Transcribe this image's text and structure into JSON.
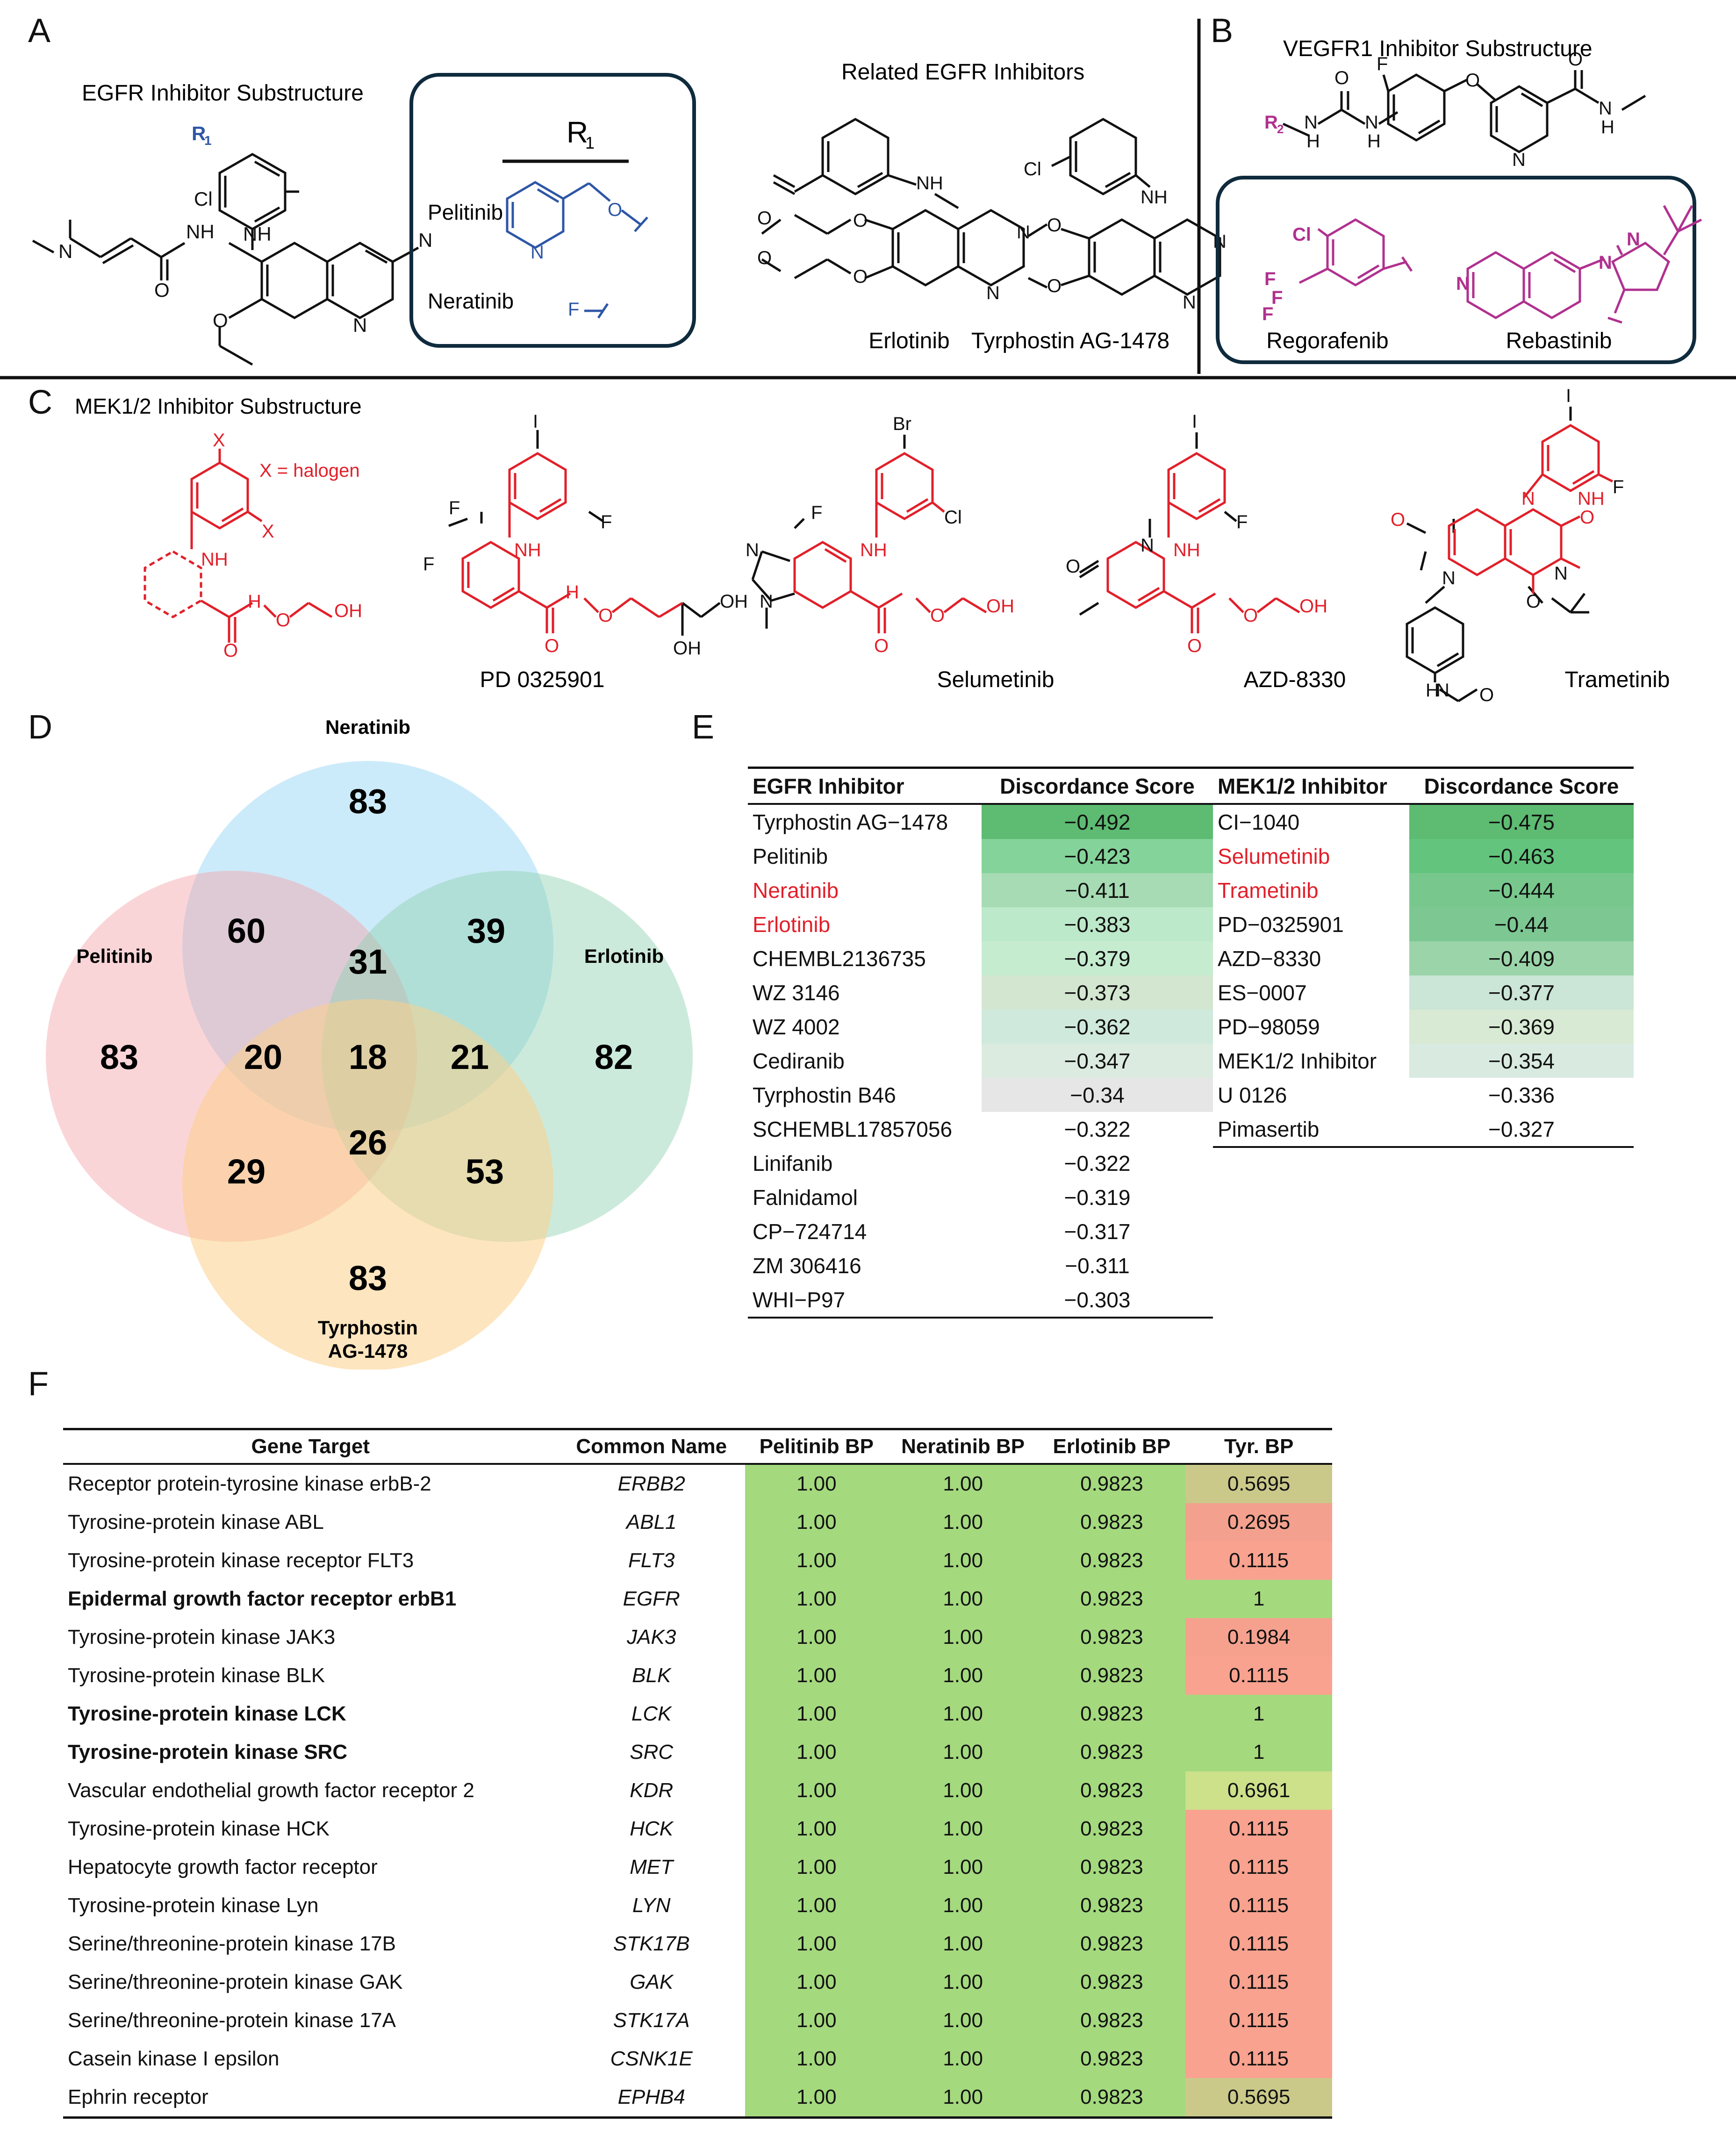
{
  "panels": {
    "a": "A",
    "b": "B",
    "c": "C",
    "d": "D",
    "e": "E",
    "f": "F"
  },
  "panel_a": {
    "substructure_title": "EGFR Inhibitor Substructure",
    "r1_header": "R",
    "r1_sub": "1",
    "r1_rows": [
      "Pelitinib",
      "Neratinib"
    ],
    "related_title": "Related EGFR Inhibitors",
    "compounds": [
      "Erlotinib",
      "Tyrphostin AG-1478"
    ],
    "atoms": {
      "cl": "Cl",
      "nh": "NH",
      "n": "N",
      "cn": "N",
      "o": "O",
      "r1": "R",
      "f": "F"
    }
  },
  "panel_b": {
    "title": "VEGFR1 Inhibitor Substructure",
    "compounds": [
      "Regorafenib",
      "Rebastinib"
    ],
    "atoms": {
      "r2": "R",
      "f": "F",
      "o": "O",
      "h": "H",
      "n": "N",
      "cl": "Cl"
    }
  },
  "panel_c": {
    "title": "MEK1/2 Inhibitor Substructure",
    "halogen_note": "X = halogen",
    "compounds": [
      "PD 0325901",
      "Selumetinib",
      "AZD-8330",
      "Trametinib"
    ],
    "atoms": {
      "x": "X",
      "i": "I",
      "br": "Br",
      "f": "F",
      "cl": "Cl",
      "nh": "NH",
      "oh": "OH",
      "o": "O",
      "n": "N",
      "h": "H"
    }
  },
  "venn": {
    "sets": [
      "Neratinib",
      "Pelitinib",
      "Erlotinib",
      "Tyrphostin",
      "AG-1478"
    ],
    "counts": {
      "neratinib_only": "83",
      "pelitinib_only": "83",
      "erlotinib_only": "82",
      "tyrphostin_only": "83",
      "ner_pel": "60",
      "ner_erl": "39",
      "pel_tyr": "29",
      "erl_tyr": "53",
      "ner_pel_erl": "31",
      "pel_ner_tyr": "20",
      "ner_erl_tyr": "21",
      "pel_erl_tyr": "26",
      "all": "18"
    },
    "colors": {
      "neratinib": "#8fd3f4",
      "pelitinib": "#f4a1a8",
      "erlotinib": "#8ed1b0",
      "tyrphostin": "#fbd08a"
    }
  },
  "table_e": {
    "headers": [
      "EGFR Inhibitor",
      "Discordance Score",
      "MEK1/2 Inhibitor",
      "Discordance Score"
    ],
    "egfr": [
      {
        "name": "Tyrphostin AG−1478",
        "score": "−0.492",
        "red": false
      },
      {
        "name": "Pelitinib",
        "score": "−0.423",
        "red": false
      },
      {
        "name": "Neratinib",
        "score": "−0.411",
        "red": true
      },
      {
        "name": "Erlotinib",
        "score": "−0.383",
        "red": true
      },
      {
        "name": "CHEMBL2136735",
        "score": "−0.379",
        "red": false
      },
      {
        "name": "WZ 3146",
        "score": "−0.373",
        "red": false
      },
      {
        "name": "WZ 4002",
        "score": "−0.362",
        "red": false
      },
      {
        "name": "Cediranib",
        "score": "−0.347",
        "red": false
      },
      {
        "name": "Tyrphostin B46",
        "score": "−0.34",
        "red": false
      },
      {
        "name": "SCHEMBL17857056",
        "score": "−0.322",
        "red": false
      },
      {
        "name": "Linifanib",
        "score": "−0.322",
        "red": false
      },
      {
        "name": "Falnidamol",
        "score": "−0.319",
        "red": false
      },
      {
        "name": "CP−724714",
        "score": "−0.317",
        "red": false
      },
      {
        "name": "ZM 306416",
        "score": "−0.311",
        "red": false
      },
      {
        "name": "WHI−P97",
        "score": "−0.303",
        "red": false
      }
    ],
    "mek": [
      {
        "name": "CI−1040",
        "score": "−0.475",
        "red": false
      },
      {
        "name": "Selumetinib",
        "score": "−0.463",
        "red": true
      },
      {
        "name": "Trametinib",
        "score": "−0.444",
        "red": true
      },
      {
        "name": "PD−0325901",
        "score": "−0.44",
        "red": false
      },
      {
        "name": "AZD−8330",
        "score": "−0.409",
        "red": false
      },
      {
        "name": "ES−0007",
        "score": "−0.377",
        "red": false
      },
      {
        "name": "PD−98059",
        "score": "−0.369",
        "red": false
      },
      {
        "name": "MEK1/2 Inhibitor",
        "score": "−0.354",
        "red": false
      },
      {
        "name": "U 0126",
        "score": "−0.336",
        "red": false
      },
      {
        "name": "Pimasertib",
        "score": "−0.327",
        "red": false
      }
    ],
    "egfr_colors": [
      "#5dbb72",
      "#84d39a",
      "#a6dbb3",
      "#bce9c9",
      "#c6ecd0",
      "#d3e6d0",
      "#cfe9dc",
      "#dcebe0",
      "#e6e6e6",
      "",
      "",
      "",
      "",
      "",
      ""
    ],
    "mek_colors": [
      "#5dbb72",
      "#63c57d",
      "#78c88e",
      "#7dc793",
      "#9bd4a9",
      "#cbe5d6",
      "#d8ead3",
      "#d9ebe1",
      "",
      ""
    ]
  },
  "table_f": {
    "headers": [
      "Gene Target",
      "Common Name",
      "Pelitinib BP",
      "Neratinib BP",
      "Erlotinib BP",
      "Tyr. BP"
    ],
    "rows": [
      {
        "target": "Receptor protein-tyrosine kinase erbB-2",
        "common": "ERBB2",
        "pel": "1.00",
        "ner": "1.00",
        "erl": "0.9823",
        "tyr": "0.5695",
        "bold": false,
        "tyr_color": "#cbc98a"
      },
      {
        "target": "Tyrosine-protein kinase ABL",
        "common": "ABL1",
        "pel": "1.00",
        "ner": "1.00",
        "erl": "0.9823",
        "tyr": "0.2695",
        "bold": false,
        "tyr_color": "#f3a18e"
      },
      {
        "target": "Tyrosine-protein kinase receptor FLT3",
        "common": "FLT3",
        "pel": "1.00",
        "ner": "1.00",
        "erl": "0.9823",
        "tyr": "0.1115",
        "bold": false,
        "tyr_color": "#f8a28f"
      },
      {
        "target": "Epidermal growth factor receptor erbB1",
        "common": "EGFR",
        "pel": "1.00",
        "ner": "1.00",
        "erl": "0.9823",
        "tyr": "1",
        "bold": true,
        "tyr_color": "#a4d97e"
      },
      {
        "target": "Tyrosine-protein kinase JAK3",
        "common": "JAK3",
        "pel": "1.00",
        "ner": "1.00",
        "erl": "0.9823",
        "tyr": "0.1984",
        "bold": false,
        "tyr_color": "#f6a18e"
      },
      {
        "target": "Tyrosine-protein kinase BLK",
        "common": "BLK",
        "pel": "1.00",
        "ner": "1.00",
        "erl": "0.9823",
        "tyr": "0.1115",
        "bold": false,
        "tyr_color": "#f8a28f"
      },
      {
        "target": "Tyrosine-protein kinase LCK",
        "common": "LCK",
        "pel": "1.00",
        "ner": "1.00",
        "erl": "0.9823",
        "tyr": "1",
        "bold": true,
        "tyr_color": "#a4d97e"
      },
      {
        "target": "Tyrosine-protein kinase SRC",
        "common": "SRC",
        "pel": "1.00",
        "ner": "1.00",
        "erl": "0.9823",
        "tyr": "1",
        "bold": true,
        "tyr_color": "#a4d97e"
      },
      {
        "target": "Vascular endothelial growth factor receptor 2",
        "common": "KDR",
        "pel": "1.00",
        "ner": "1.00",
        "erl": "0.9823",
        "tyr": "0.6961",
        "bold": false,
        "tyr_color": "#cde08a"
      },
      {
        "target": "Tyrosine-protein kinase HCK",
        "common": "HCK",
        "pel": "1.00",
        "ner": "1.00",
        "erl": "0.9823",
        "tyr": "0.1115",
        "bold": false,
        "tyr_color": "#f8a28f"
      },
      {
        "target": "Hepatocyte growth factor receptor",
        "common": "MET",
        "pel": "1.00",
        "ner": "1.00",
        "erl": "0.9823",
        "tyr": "0.1115",
        "bold": false,
        "tyr_color": "#f8a28f"
      },
      {
        "target": "Tyrosine-protein kinase Lyn",
        "common": "LYN",
        "pel": "1.00",
        "ner": "1.00",
        "erl": "0.9823",
        "tyr": "0.1115",
        "bold": false,
        "tyr_color": "#f8a28f"
      },
      {
        "target": "Serine/threonine-protein kinase 17B",
        "common": "STK17B",
        "pel": "1.00",
        "ner": "1.00",
        "erl": "0.9823",
        "tyr": "0.1115",
        "bold": false,
        "tyr_color": "#f8a28f"
      },
      {
        "target": "Serine/threonine-protein kinase GAK",
        "common": "GAK",
        "pel": "1.00",
        "ner": "1.00",
        "erl": "0.9823",
        "tyr": "0.1115",
        "bold": false,
        "tyr_color": "#f8a28f"
      },
      {
        "target": "Serine/threonine-protein kinase 17A",
        "common": "STK17A",
        "pel": "1.00",
        "ner": "1.00",
        "erl": "0.9823",
        "tyr": "0.1115",
        "bold": false,
        "tyr_color": "#f8a28f"
      },
      {
        "target": "Casein kinase I epsilon",
        "common": "CSNK1E",
        "pel": "1.00",
        "ner": "1.00",
        "erl": "0.9823",
        "tyr": "0.1115",
        "bold": false,
        "tyr_color": "#f8a28f"
      },
      {
        "target": "Ephrin receptor",
        "common": "EPHB4",
        "pel": "1.00",
        "ner": "1.00",
        "erl": "0.9823",
        "tyr": "0.5695",
        "bold": false,
        "tyr_color": "#cbc98a"
      }
    ],
    "green": "#a4d97e"
  }
}
